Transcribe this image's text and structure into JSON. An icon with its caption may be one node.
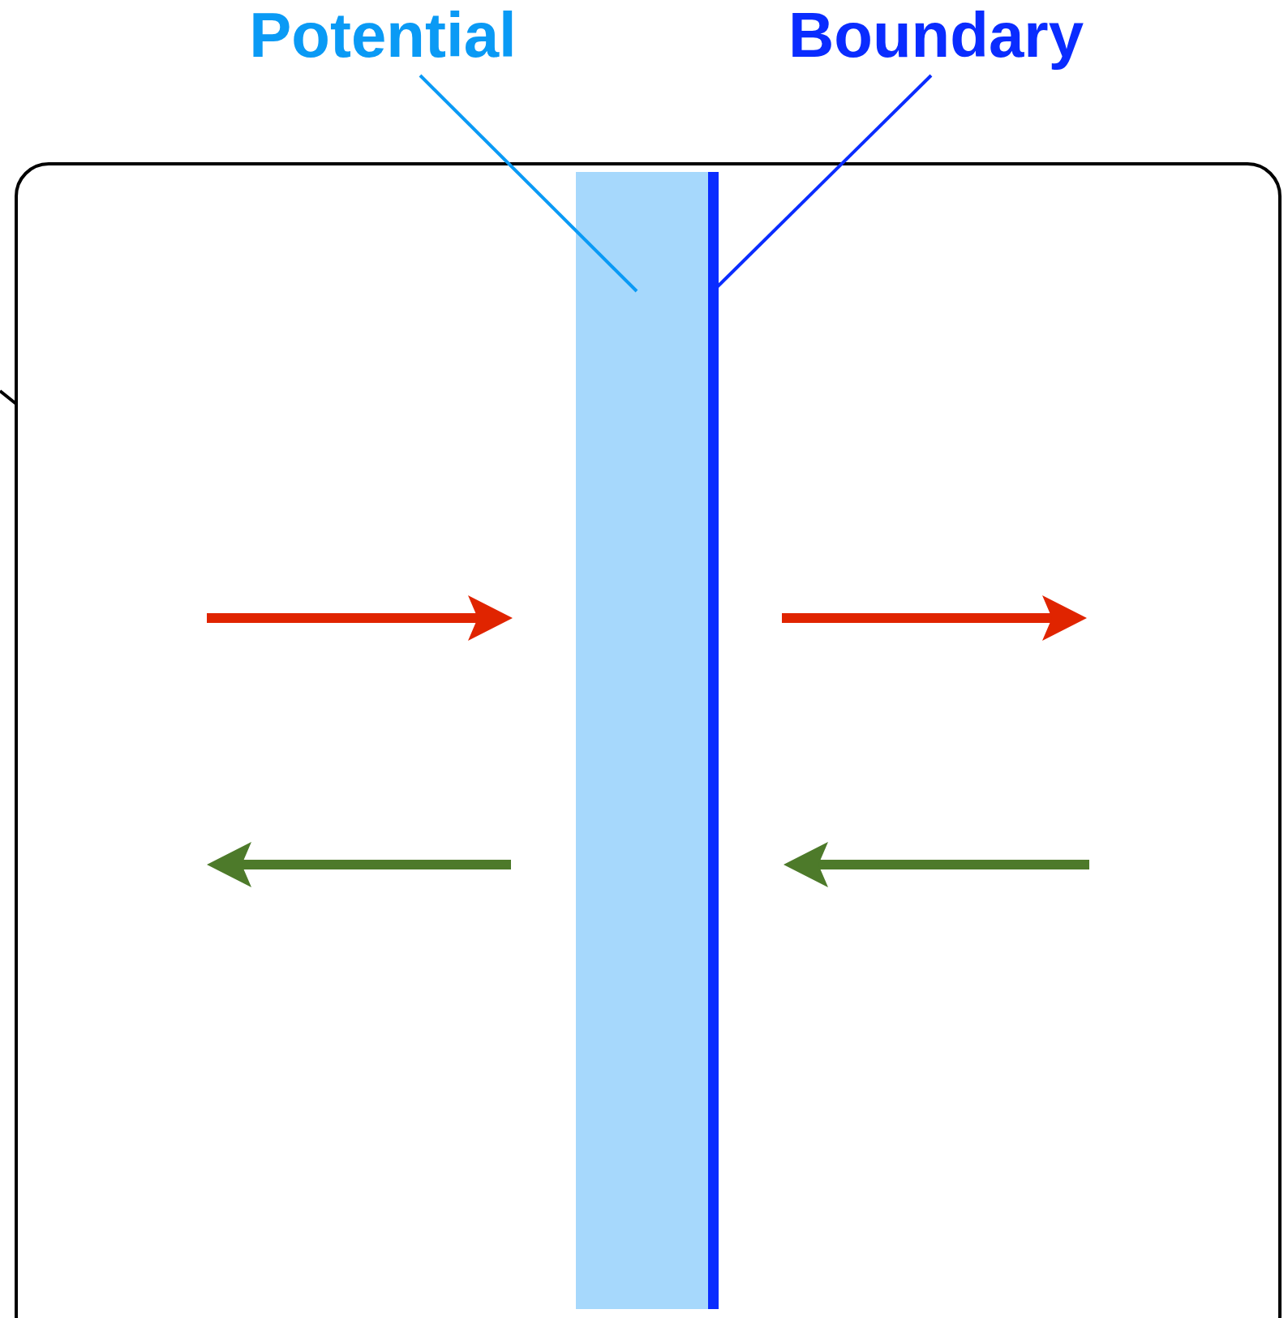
{
  "diagram": {
    "nodes": [
      {
        "text": [
          "Potential"
        ]
      },
      {
        "text": [],
        "shape": "bar"
      },
      {
        "text": [
          "Boundary"
        ]
      },
      {
        "text": [],
        "shape": "bar"
      }
    ],
    "edges": [
      {
        "from": 0,
        "to": 1,
        "arrow": "none",
        "color": "#0a9af5"
      },
      {
        "from": 2,
        "to": 3,
        "arrow": "none",
        "color": "#0a2cff"
      }
    ]
  }
}
